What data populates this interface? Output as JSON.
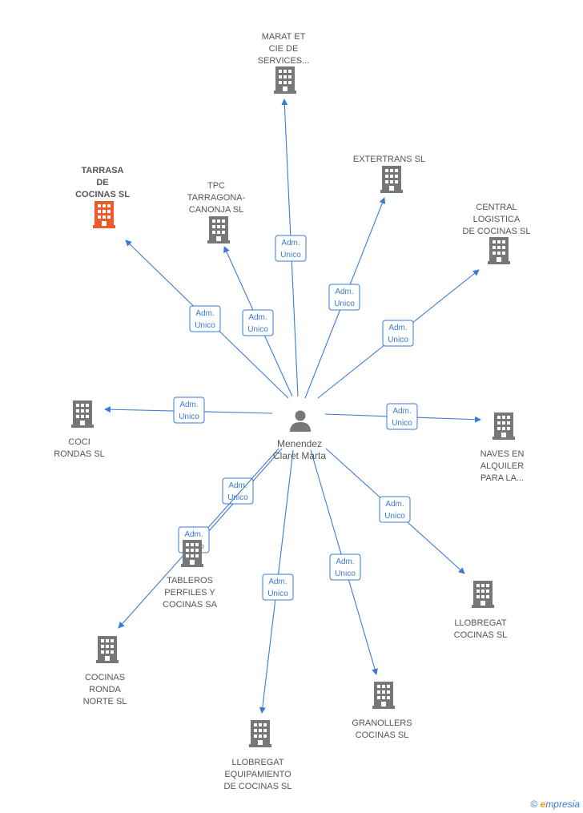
{
  "center": {
    "label_lines": [
      "Menendez",
      "Claret Marta"
    ],
    "icon": "person-icon"
  },
  "colors": {
    "edge": "#3a7bd5",
    "node": "#777777",
    "highlight": "#f05a28"
  },
  "nodes": [
    {
      "id": "marat",
      "label_lines": [
        "MARAT ET",
        "CIE DE",
        "SERVICES..."
      ],
      "icon": "building-icon",
      "highlight": false
    },
    {
      "id": "tarrasa",
      "label_lines": [
        "TARRASA",
        "DE",
        "COCINAS SL"
      ],
      "icon": "building-icon",
      "highlight": true
    },
    {
      "id": "tpc",
      "label_lines": [
        "TPC",
        "TARRAGONA-",
        "CANONJA SL"
      ],
      "icon": "building-icon",
      "highlight": false
    },
    {
      "id": "extertrans",
      "label_lines": [
        "EXTERTRANS SL"
      ],
      "icon": "building-icon",
      "highlight": false
    },
    {
      "id": "central",
      "label_lines": [
        "CENTRAL",
        "LOGISTICA",
        "DE COCINAS SL"
      ],
      "icon": "building-icon",
      "highlight": false
    },
    {
      "id": "coci",
      "label_lines": [
        "COCI",
        "RONDAS SL"
      ],
      "icon": "building-icon",
      "highlight": false
    },
    {
      "id": "naves",
      "label_lines": [
        "NAVES EN",
        "ALQUILER",
        "PARA LA..."
      ],
      "icon": "building-icon",
      "highlight": false
    },
    {
      "id": "tableros",
      "label_lines": [
        "TABLEROS",
        "PERFILES Y",
        "COCINAS SA"
      ],
      "icon": "building-icon",
      "highlight": false
    },
    {
      "id": "llobregat_cocinas",
      "label_lines": [
        "LLOBREGAT",
        "COCINAS SL"
      ],
      "icon": "building-icon",
      "highlight": false
    },
    {
      "id": "cocinas_ronda",
      "label_lines": [
        "COCINAS",
        "RONDA",
        "NORTE SL"
      ],
      "icon": "building-icon",
      "highlight": false
    },
    {
      "id": "granollers",
      "label_lines": [
        "GRANOLLERS",
        "COCINAS SL"
      ],
      "icon": "building-icon",
      "highlight": false
    },
    {
      "id": "llobregat_equip",
      "label_lines": [
        "LLOBREGAT",
        "EQUIPAMIENTO",
        "DE COCINAS SL"
      ],
      "icon": "building-icon",
      "highlight": false
    }
  ],
  "edges": [
    {
      "to": "marat",
      "label_lines": [
        "Adm.",
        "Unico"
      ]
    },
    {
      "to": "tarrasa",
      "label_lines": [
        "Adm.",
        "Unico"
      ]
    },
    {
      "to": "tpc",
      "label_lines": [
        "Adm.",
        "Unico"
      ]
    },
    {
      "to": "extertrans",
      "label_lines": [
        "Adm.",
        "Unico"
      ]
    },
    {
      "to": "central",
      "label_lines": [
        "Adm.",
        "Unico"
      ]
    },
    {
      "to": "coci",
      "label_lines": [
        "Adm.",
        "Unico"
      ]
    },
    {
      "to": "naves",
      "label_lines": [
        "Adm.",
        "Unico"
      ]
    },
    {
      "to": "tableros",
      "label_lines": [
        "Adm.",
        "Unico"
      ]
    },
    {
      "to": "llobregat_cocinas",
      "label_lines": [
        "Adm.",
        "Unico"
      ]
    },
    {
      "to": "cocinas_ronda",
      "label_lines": [
        "Adm.",
        "Unico"
      ]
    },
    {
      "to": "granollers",
      "label_lines": [
        "Adm.",
        "Unico"
      ]
    },
    {
      "to": "llobregat_equip",
      "label_lines": [
        "Adm.",
        "Unico"
      ]
    }
  ],
  "footer": {
    "copyright": "©",
    "brand_initial": "e",
    "brand_rest": "mpresia"
  }
}
